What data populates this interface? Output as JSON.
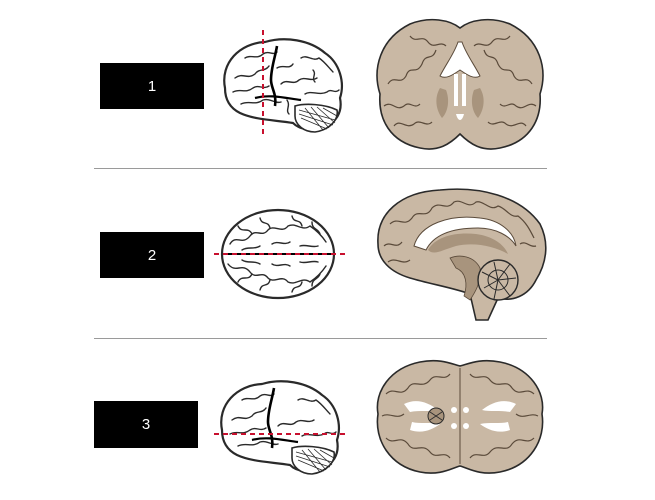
{
  "rows": [
    {
      "label": "1",
      "plane": "coronal"
    },
    {
      "label": "2",
      "plane": "sagittal"
    },
    {
      "label": "3",
      "plane": "axial"
    }
  ],
  "colors": {
    "label_bg": "#000000",
    "label_text": "#ffffff",
    "cut_line": "#c8102e",
    "brain_tissue": "#c9b8a4",
    "brain_dark": "#a8947d",
    "ventricle": "#ffffff",
    "outline": "#2a2a2a",
    "divider": "#9a9a9a"
  }
}
